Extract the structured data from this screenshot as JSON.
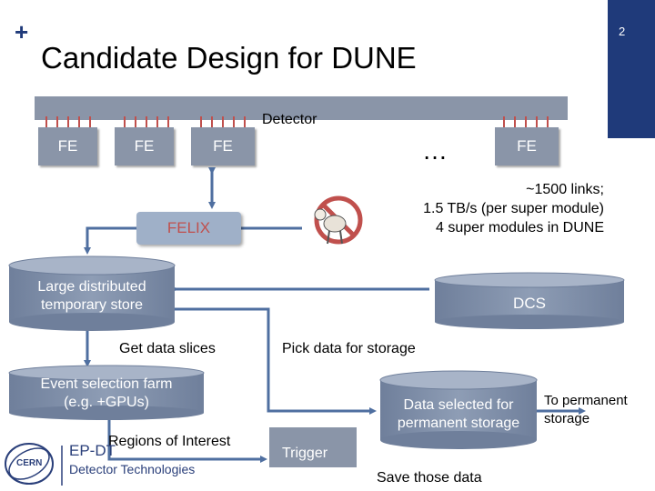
{
  "slide": {
    "title": "Candidate Design for DUNE",
    "number": "2",
    "plus": "+"
  },
  "detector": {
    "label": "Detector",
    "fe_boxes": [
      "FE",
      "FE",
      "FE",
      "FE"
    ],
    "ellipsis": "…"
  },
  "links_text": [
    "~1500 links;",
    "1.5 TB/s (per super module)",
    "4 super modules in DUNE"
  ],
  "felix": {
    "label": "FELIX"
  },
  "store": {
    "line1": "Large distributed",
    "line2": "temporary store"
  },
  "dcs": {
    "label": "DCS"
  },
  "labels": {
    "get_slices": "Get data slices",
    "pick_data": "Pick data for storage",
    "regions": "Regions of Interest",
    "save": "Save those data",
    "to_permanent_1": "To permanent",
    "to_permanent_2": "storage"
  },
  "farm": {
    "line1": "Event selection farm",
    "line2": "(e.g. +GPUs)"
  },
  "selected": {
    "line1": "Data selected for",
    "line2": "permanent storage"
  },
  "trigger": {
    "label": "Trigger"
  },
  "footer": {
    "cern": "CERN",
    "dept1": "EP-DT",
    "dept2": "Detector Technologies"
  },
  "colors": {
    "box": "#8a95a8",
    "cylinder": "#7f8ea7",
    "cylinder_dark": "#5f6f8c",
    "accent": "#1f3a7a",
    "felix_text": "#c0504d",
    "arrow": "#4f6fa0"
  }
}
